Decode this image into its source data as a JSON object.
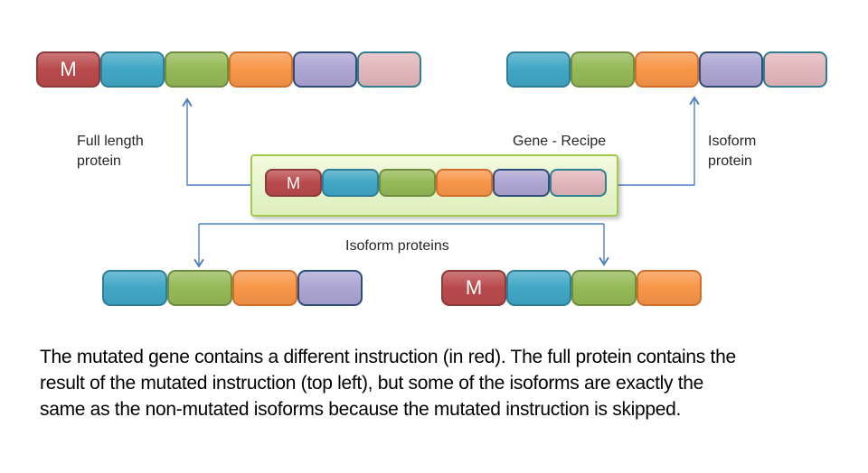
{
  "colors": {
    "arrow": "#4f81bd",
    "gene_box_border": "#a3c84e",
    "gene_box_fill_top": "#f3fadf",
    "gene_box_fill_bottom": "#ddefbc"
  },
  "segments": {
    "mutated": {
      "fill": "#b94a4c",
      "border": "#8e3a3a",
      "label": "M"
    },
    "teal": {
      "fill": "#41a7c5",
      "border": "#2d7e99",
      "label": ""
    },
    "green": {
      "fill": "#95b957",
      "border": "#6e8e3e",
      "label": ""
    },
    "orange": {
      "fill": "#f79648",
      "border": "#d06f2b",
      "label": ""
    },
    "purple": {
      "fill": "#ada5d2",
      "border": "#2e4d79",
      "label": ""
    },
    "pink": {
      "fill": "#e2b6ba",
      "border": "#31808f",
      "label": ""
    }
  },
  "rows": {
    "full_length": [
      "mutated",
      "teal",
      "green",
      "orange",
      "purple",
      "pink"
    ],
    "isoform_top": [
      "teal",
      "green",
      "orange",
      "purple",
      "pink"
    ],
    "gene": [
      "mutated",
      "teal",
      "green",
      "orange",
      "purple",
      "pink"
    ],
    "isoform_bottom_left": [
      "teal",
      "green",
      "orange",
      "purple"
    ],
    "isoform_bottom_right": [
      "mutated",
      "teal",
      "green",
      "orange"
    ]
  },
  "labels": {
    "full_length_protein": "Full length\nprotein",
    "gene_recipe": "Gene - Recipe",
    "isoform_protein": "Isoform\nprotein",
    "isoform_proteins": "Isoform proteins"
  },
  "caption": {
    "lines": [
      "The mutated gene contains a different instruction (in red). The full protein contains the",
      "result of the mutated instruction (top left), but some of the isoforms are exactly the",
      "same as the non-mutated isoforms because the mutated instruction is skipped."
    ]
  }
}
